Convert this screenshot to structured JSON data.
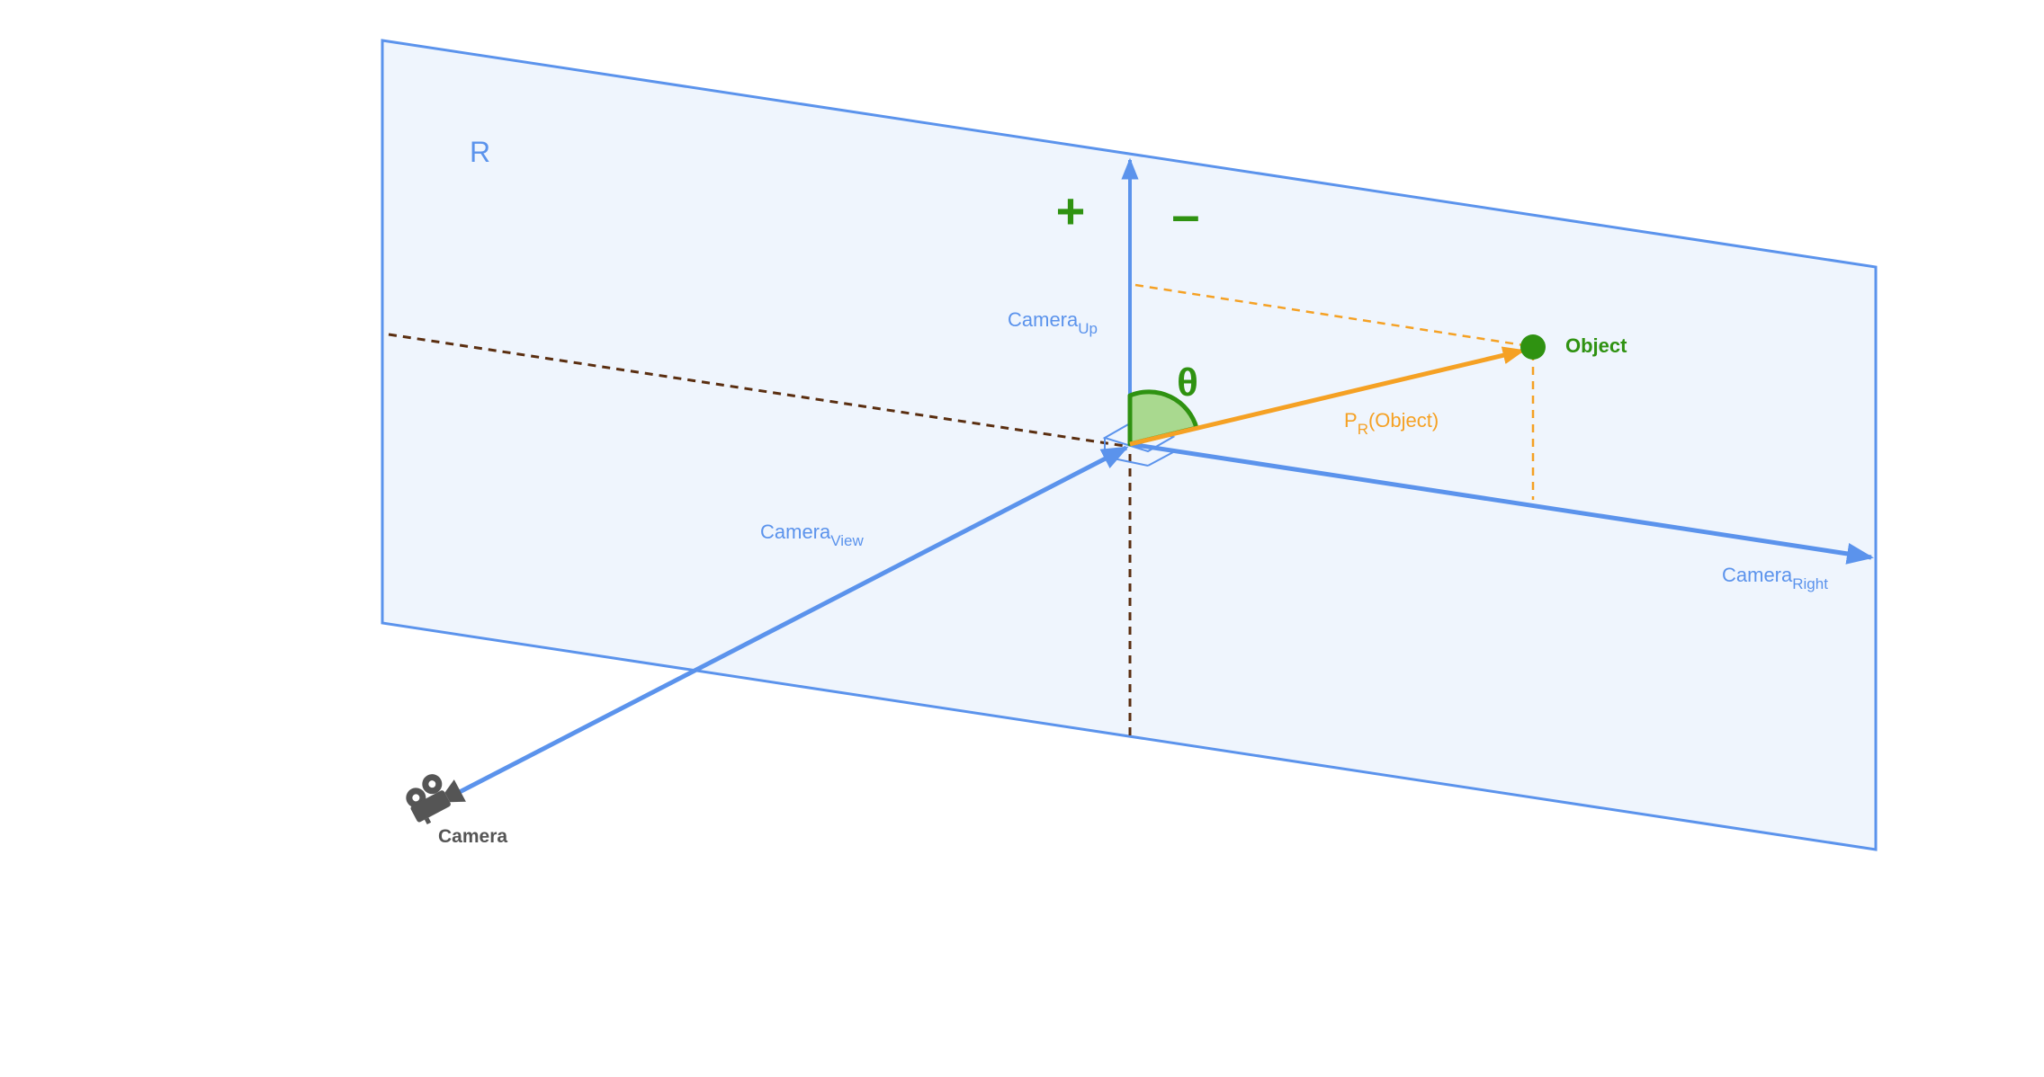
{
  "plane": {
    "label": "R"
  },
  "axes": {
    "up": {
      "base": "Camera",
      "sub": "Up"
    },
    "view": {
      "base": "Camera",
      "sub": "View"
    },
    "right": {
      "base": "Camera",
      "sub": "Right"
    }
  },
  "signs": {
    "plus": "+",
    "minus": "–"
  },
  "angle": {
    "symbol": "θ"
  },
  "object": {
    "label": "Object"
  },
  "projection": {
    "base": "P",
    "sub": "R",
    "tail": "(Object)"
  },
  "camera": {
    "label": "Camera",
    "icon": "movie-camera-icon"
  },
  "colors": {
    "plane_fill": "#eff5fd",
    "axis_blue": "#5b93ec",
    "green": "#2f9211",
    "orange": "#f5a124",
    "brown_dash": "#5a2e10",
    "camera_gray": "#555555"
  }
}
